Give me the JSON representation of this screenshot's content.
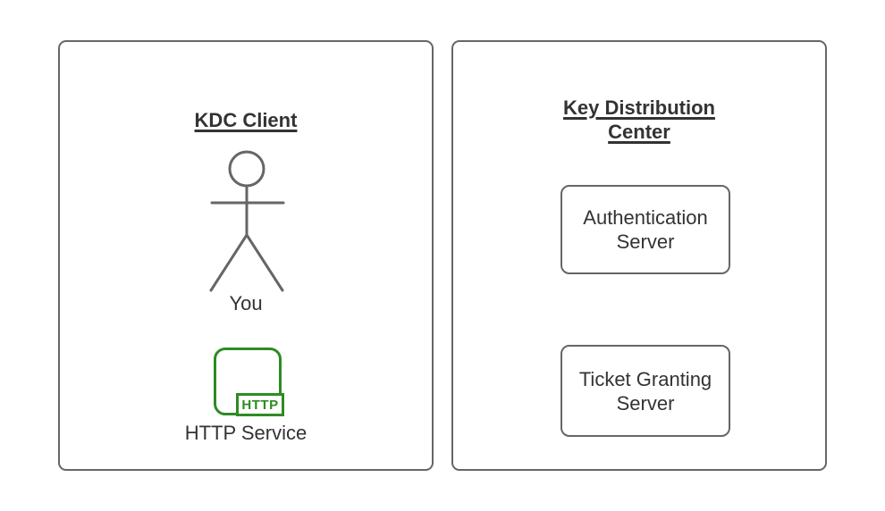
{
  "colors": {
    "background": "#ffffff",
    "stroke_gray": "#666666",
    "text_dark": "#333333",
    "accent_green": "#2e8b22"
  },
  "left_panel": {
    "title": "KDC Client",
    "actor": {
      "icon": "stick-figure",
      "label": "You"
    },
    "service": {
      "icon": "http-service",
      "badge_text": "HTTP",
      "label": "HTTP Service"
    }
  },
  "right_panel": {
    "title": "Key Distribution Center",
    "nodes": [
      {
        "label": "Authentication Server"
      },
      {
        "label": "Ticket Granting Server"
      }
    ]
  }
}
